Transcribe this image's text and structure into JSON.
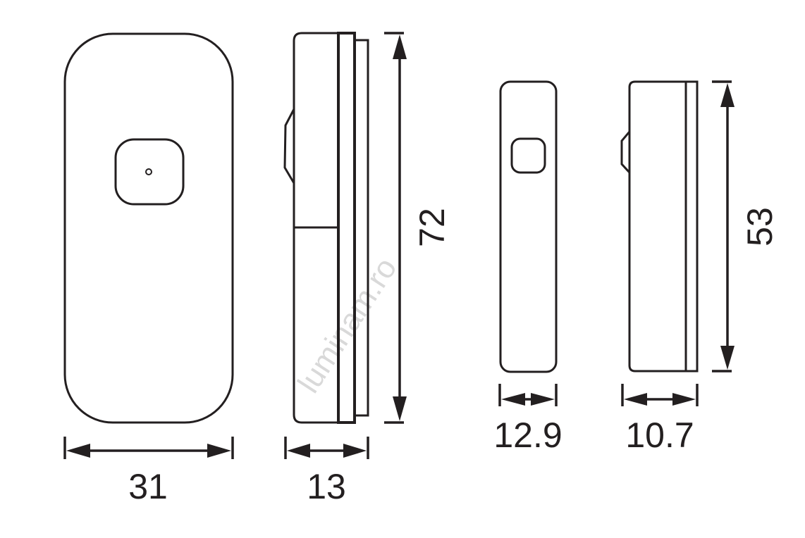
{
  "watermark": "luminam.ro",
  "dimensions": {
    "front_width": "31",
    "side_depth": "13",
    "main_height": "72",
    "small_width": "12.9",
    "small_depth": "10.7",
    "small_height": "53"
  },
  "colors": {
    "line": "#231f20",
    "watermark": "#d9d9d9"
  }
}
